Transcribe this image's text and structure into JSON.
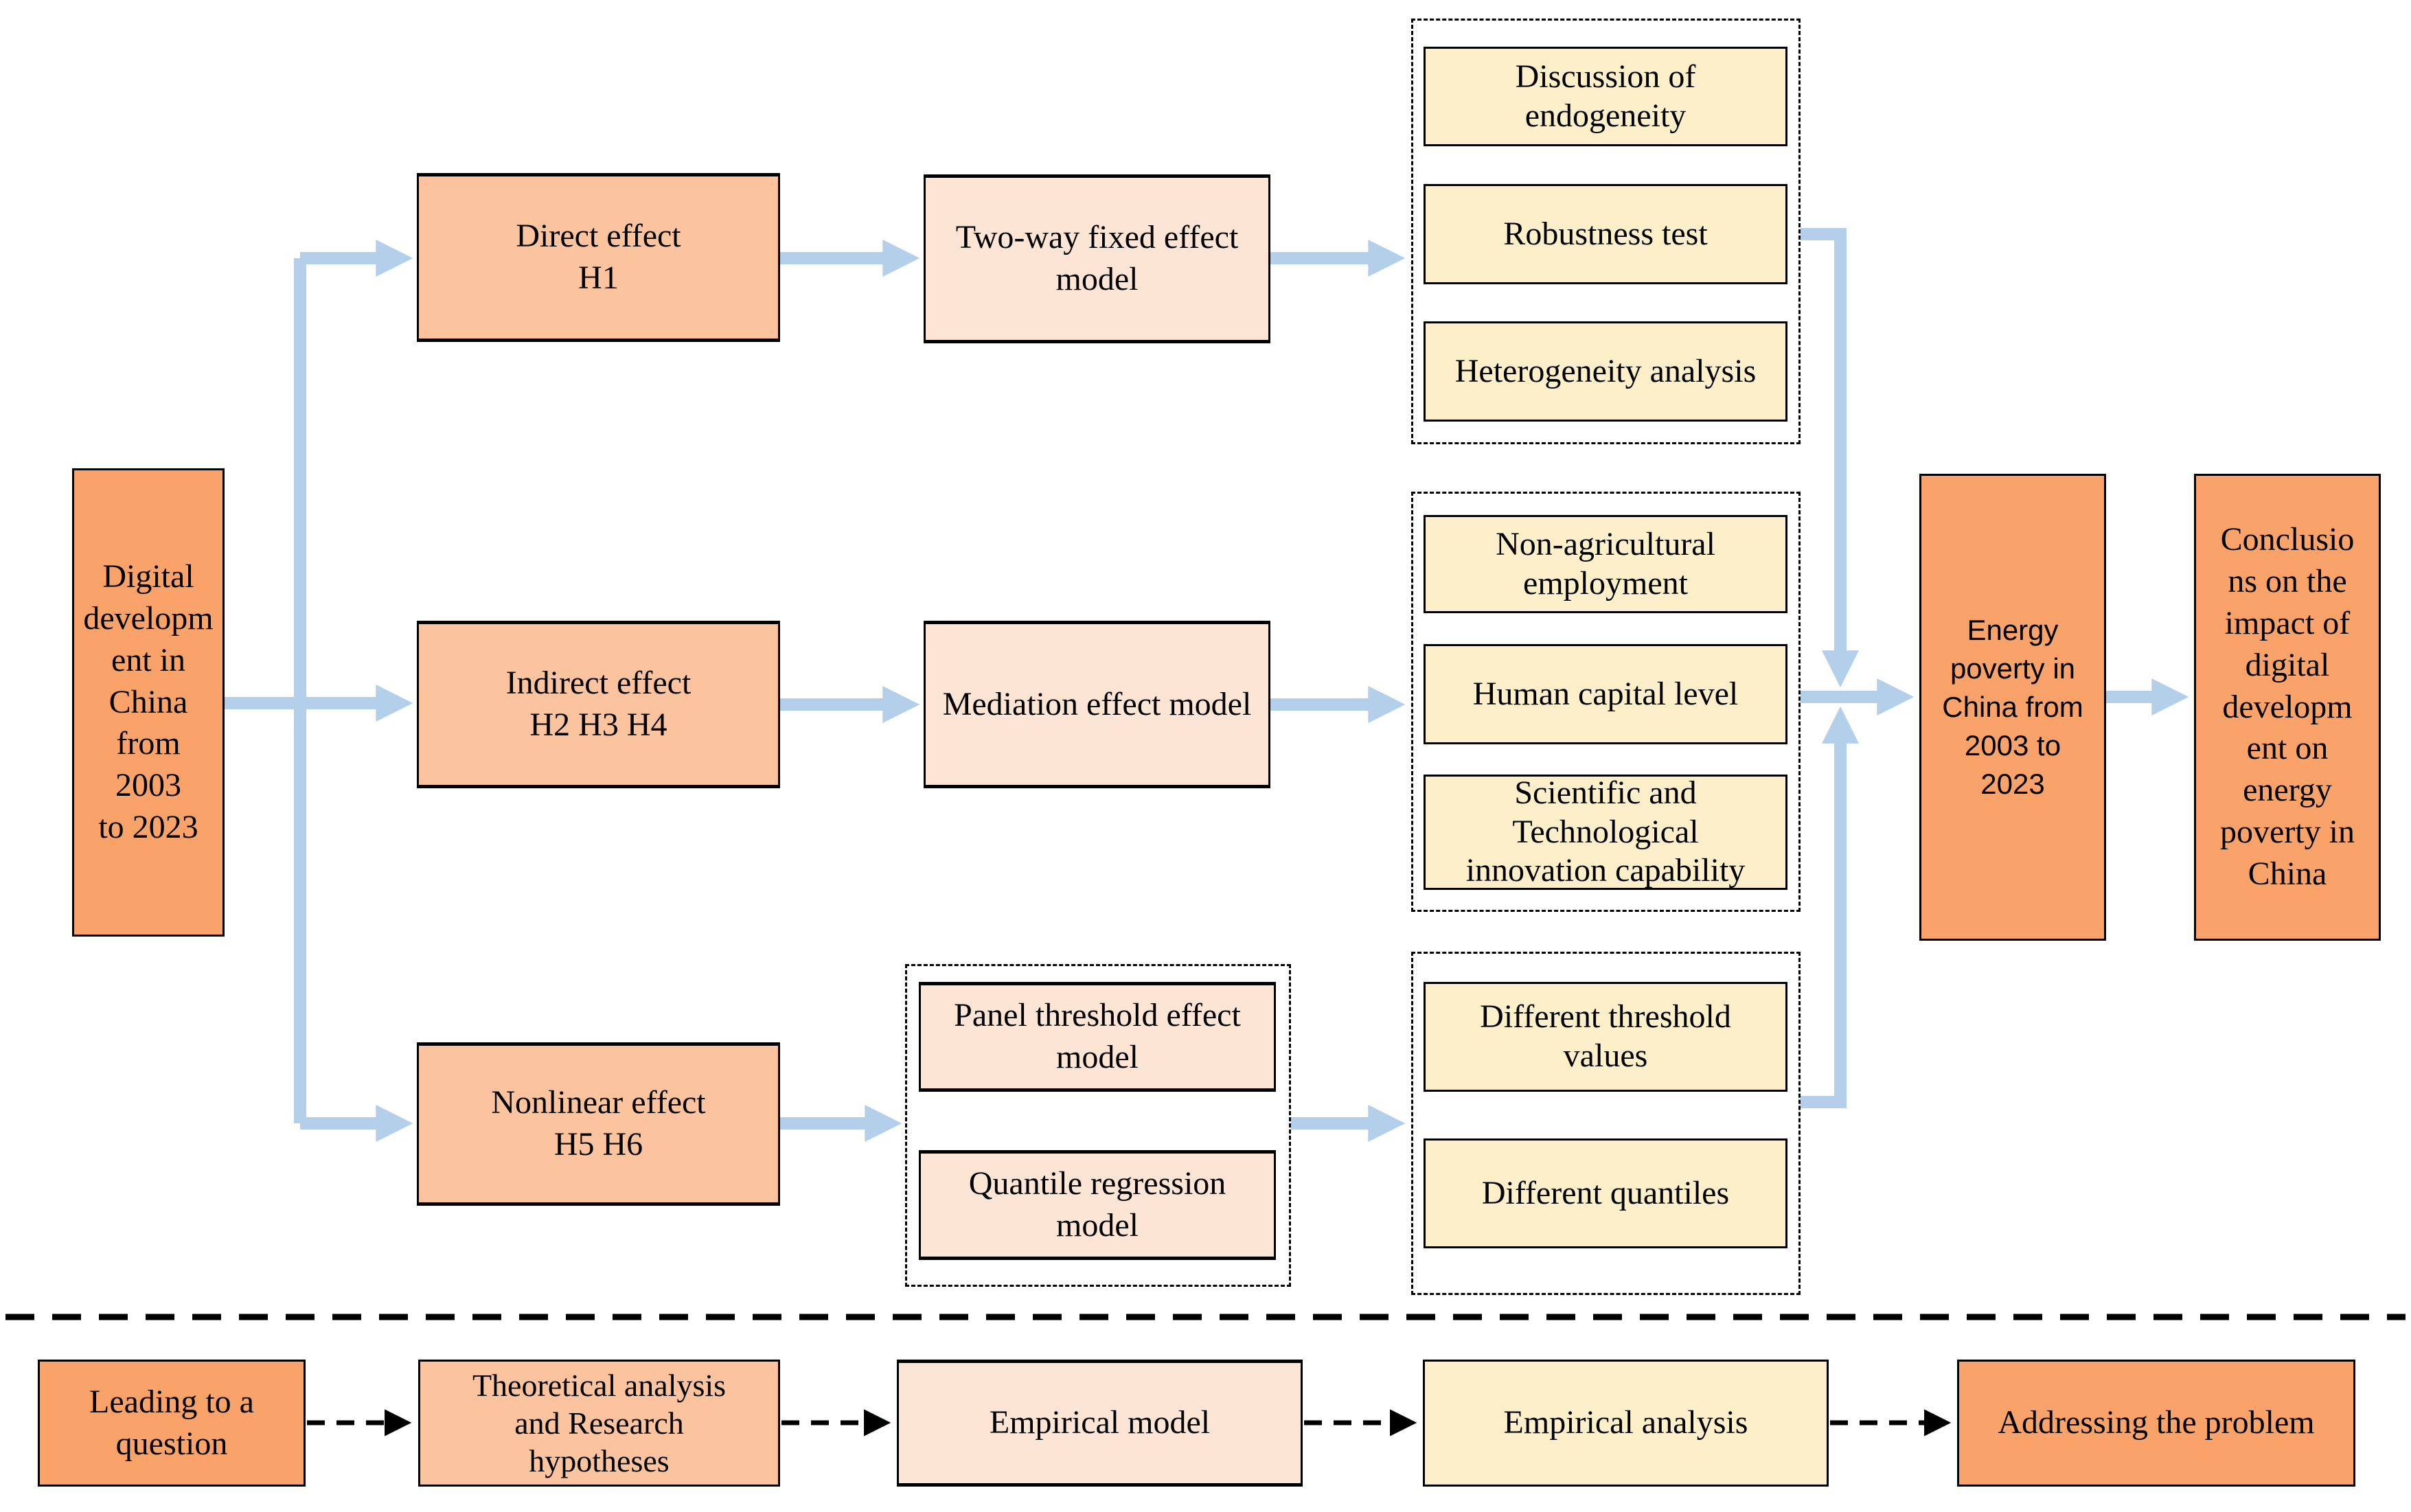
{
  "title": "Research framework flowchart: digital development and energy poverty in China",
  "colors": {
    "box_orange": "#F9A36B",
    "box_orange_light": "#FBC49E",
    "box_peach": "#FCE5D5",
    "box_yellow": "#FCEFC9",
    "arrow_blue": "#B3CFEA",
    "line_black": "#000000"
  },
  "nodes": {
    "source": "Digital\ndevelopm\nent in\nChina\nfrom 2003\nto 2023",
    "direct": "Direct effect\nH1",
    "indirect": "Indirect effect\nH2 H3 H4",
    "nonlinear": "Nonlinear effect\nH5 H6",
    "twoway": "Two-way fixed effect\nmodel",
    "mediation": "Mediation effect model",
    "panel": "Panel threshold effect\nmodel",
    "quantile": "Quantile regression\nmodel",
    "endogeneity": "Discussion of\nendogeneity",
    "robustness": "Robustness test",
    "heterogeneity": "Heterogeneity analysis",
    "nonagricultural": "Non-agricultural\nemployment",
    "humancapital": "Human capital level",
    "scitech": "Scientific and\nTechnological\ninnovation capability",
    "thresholdvalues": "Different threshold\nvalues",
    "quantiles": "Different quantiles",
    "energy": "Energy\npoverty in\nChina from\n2003 to\n2023",
    "conclusions": "Conclusio\nns on the\nimpact of\ndigital\ndevelopm\nent on\nenergy\npoverty in\nChina",
    "leading": "Leading to a\nquestion",
    "theoretical": "Theoretical analysis\nand Research\nhypotheses",
    "empiricalmodel": "Empirical model",
    "empiricalanalysis": "Empirical analysis",
    "addressing": "Addressing the problem"
  }
}
